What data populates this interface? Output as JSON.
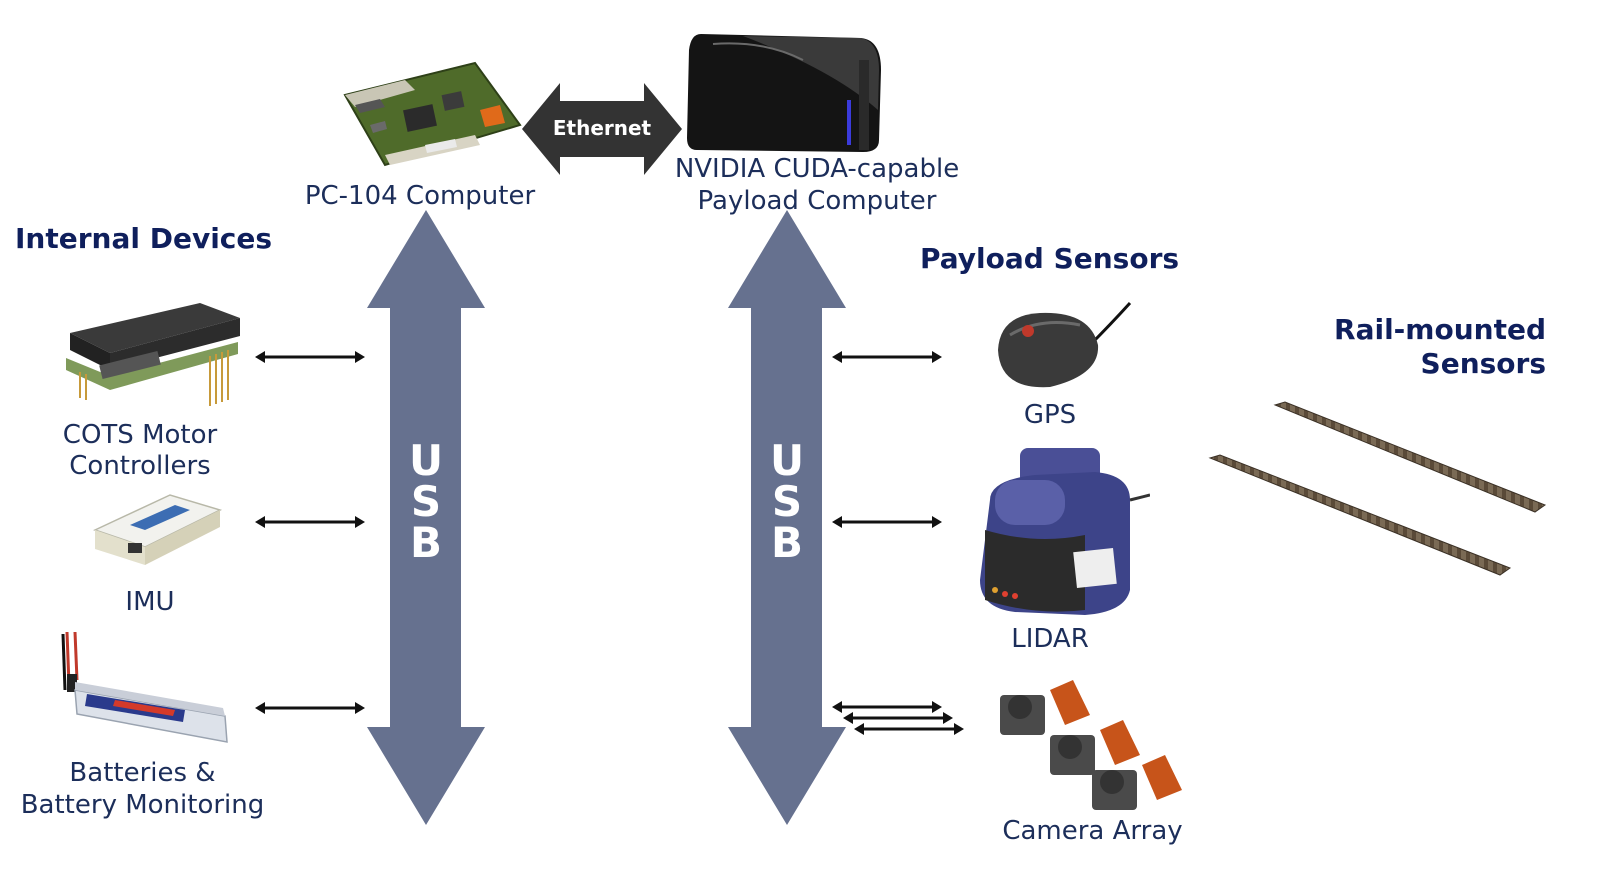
{
  "headers": {
    "internal_devices": "Internal Devices",
    "payload_sensors": "Payload Sensors",
    "rail_mounted_line1": "Rail-mounted",
    "rail_mounted_line2": "Sensors"
  },
  "computers": {
    "pc104": "PC-104 Computer",
    "ethernet": "Ethernet",
    "payload_line1": "NVIDIA CUDA-capable",
    "payload_line2": "Payload Computer"
  },
  "buses": {
    "left": "USB",
    "right": "USB"
  },
  "internal_devices": {
    "motor_line1": "COTS Motor",
    "motor_line2": "Controllers",
    "imu": "IMU",
    "battery_line1": "Batteries &",
    "battery_line2": "Battery Monitoring"
  },
  "payload_sensors": {
    "gps": "GPS",
    "lidar": "LIDAR",
    "camera": "Camera Array"
  },
  "colors": {
    "bus_arrow": "#66718f",
    "ethernet_arrow": "#333333",
    "heading": "#0f1f5c",
    "label": "#1c2e5a"
  },
  "icons": {
    "pc104": "pc104-board-icon",
    "payload_computer": "laptop-computer-icon",
    "motor_controller": "motor-controller-board-icon",
    "imu": "imu-sensor-icon",
    "battery": "lipo-battery-icon",
    "gps": "gps-puck-icon",
    "lidar": "lidar-scanner-icon",
    "camera": "camera-module-icon",
    "rail": "sensor-rail-icon"
  }
}
